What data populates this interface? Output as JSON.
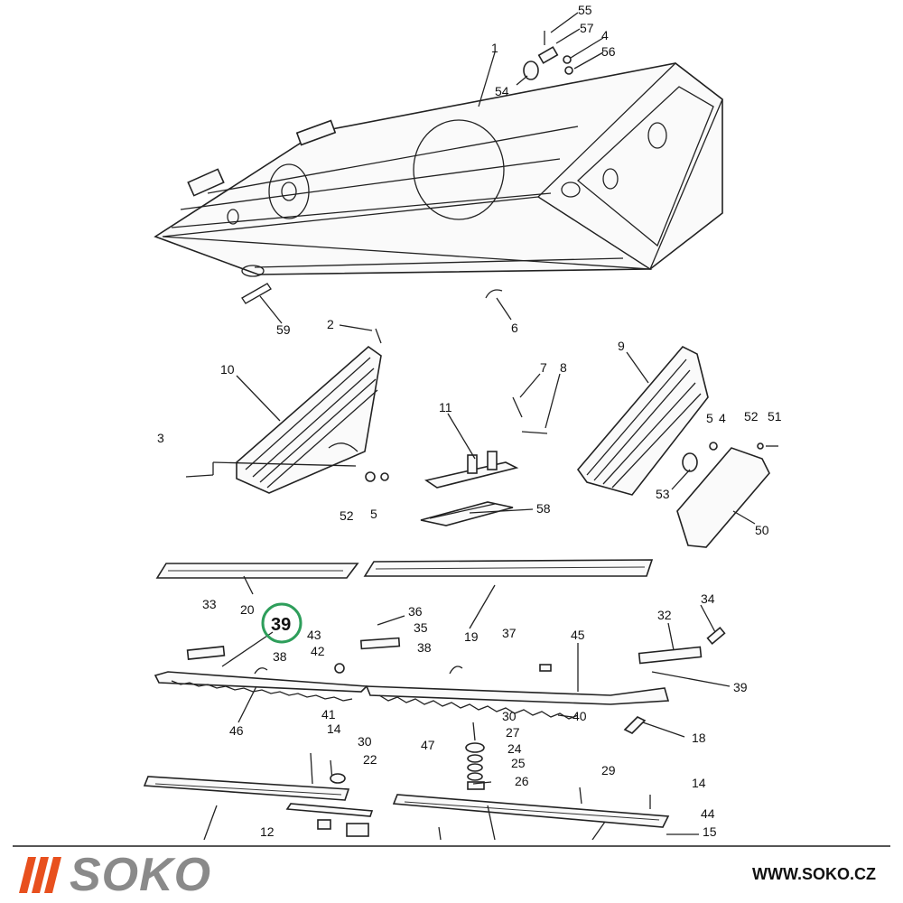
{
  "labels": [
    {
      "id": "55",
      "text": "55"
    },
    {
      "id": "57",
      "text": "57"
    },
    {
      "id": "4a",
      "text": "4"
    },
    {
      "id": "56",
      "text": "56"
    },
    {
      "id": "1",
      "text": "1"
    },
    {
      "id": "54",
      "text": "54"
    },
    {
      "id": "59",
      "text": "59"
    },
    {
      "id": "2",
      "text": "2"
    },
    {
      "id": "6",
      "text": "6"
    },
    {
      "id": "10",
      "text": "10"
    },
    {
      "id": "9",
      "text": "9"
    },
    {
      "id": "7",
      "text": "7"
    },
    {
      "id": "8",
      "text": "8"
    },
    {
      "id": "11",
      "text": "11"
    },
    {
      "id": "3",
      "text": "3"
    },
    {
      "id": "5b",
      "text": "5"
    },
    {
      "id": "4b",
      "text": "4"
    },
    {
      "id": "52b",
      "text": "52"
    },
    {
      "id": "51",
      "text": "51"
    },
    {
      "id": "52a",
      "text": "52"
    },
    {
      "id": "5a",
      "text": "5"
    },
    {
      "id": "53",
      "text": "53"
    },
    {
      "id": "58",
      "text": "58"
    },
    {
      "id": "50",
      "text": "50"
    },
    {
      "id": "33",
      "text": "33"
    },
    {
      "id": "20",
      "text": "20"
    },
    {
      "id": "39a",
      "text": "39"
    },
    {
      "id": "36",
      "text": "36"
    },
    {
      "id": "35",
      "text": "35"
    },
    {
      "id": "43",
      "text": "43"
    },
    {
      "id": "42",
      "text": "42"
    },
    {
      "id": "38a",
      "text": "38"
    },
    {
      "id": "38b",
      "text": "38"
    },
    {
      "id": "19",
      "text": "19"
    },
    {
      "id": "37",
      "text": "37"
    },
    {
      "id": "45",
      "text": "45"
    },
    {
      "id": "34",
      "text": "34"
    },
    {
      "id": "32",
      "text": "32"
    },
    {
      "id": "39b",
      "text": "39"
    },
    {
      "id": "46",
      "text": "46"
    },
    {
      "id": "41",
      "text": "41"
    },
    {
      "id": "40",
      "text": "40"
    },
    {
      "id": "18",
      "text": "18"
    },
    {
      "id": "14a",
      "text": "14"
    },
    {
      "id": "30a",
      "text": "30"
    },
    {
      "id": "22",
      "text": "22"
    },
    {
      "id": "30b",
      "text": "30"
    },
    {
      "id": "27",
      "text": "27"
    },
    {
      "id": "47",
      "text": "47"
    },
    {
      "id": "24",
      "text": "24"
    },
    {
      "id": "25",
      "text": "25"
    },
    {
      "id": "26",
      "text": "26"
    },
    {
      "id": "29",
      "text": "29"
    },
    {
      "id": "14b",
      "text": "14"
    },
    {
      "id": "12",
      "text": "12"
    },
    {
      "id": "44",
      "text": "44"
    },
    {
      "id": "15",
      "text": "15"
    }
  ],
  "highlight": {
    "text": "39",
    "color": "#2e9e5b"
  },
  "footer": {
    "brand": "SOKO",
    "brand_color": "#8a8a8a",
    "accent_color": "#e8501e",
    "url": "WWW.SOKO.CZ"
  }
}
